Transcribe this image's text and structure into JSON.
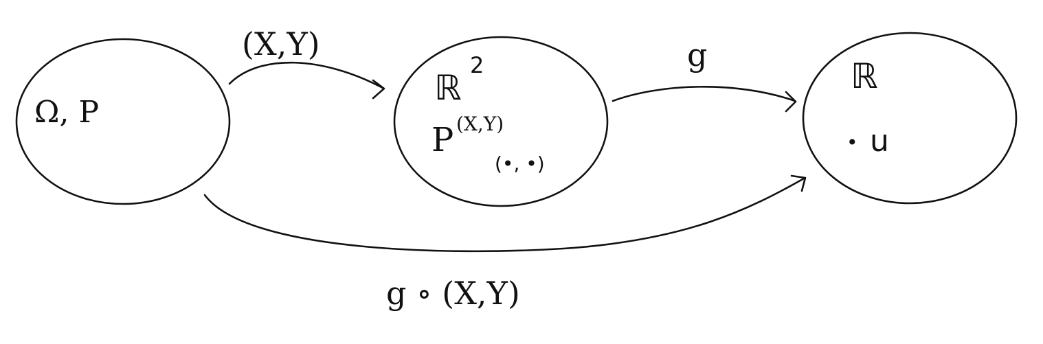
{
  "nodes": {
    "omega": {
      "label": "Ω, P"
    },
    "r2": {
      "label": "ℝ",
      "superscript": "2",
      "measure": "P",
      "measure_sup": "(X,Y)",
      "measure_arg": "(•, •)"
    },
    "r": {
      "label": "ℝ",
      "point_marker": "•",
      "point": "u"
    }
  },
  "edges": {
    "xy": {
      "label": "(X,Y)"
    },
    "g": {
      "label": "g"
    },
    "composite": {
      "label": "g ∘ (X,Y)"
    }
  }
}
